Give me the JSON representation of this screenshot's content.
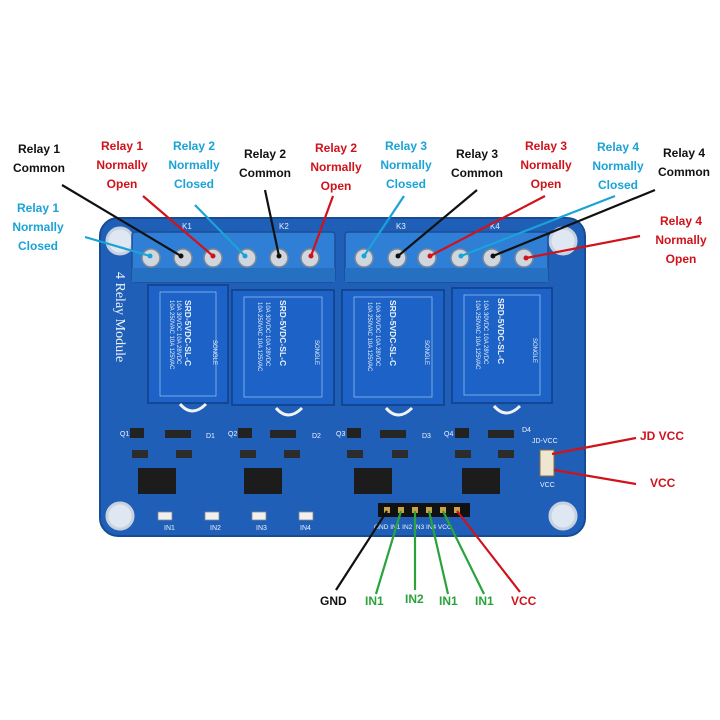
{
  "colors": {
    "black": "#111111",
    "red": "#d0121b",
    "blue": "#1aa3d6",
    "green": "#2aa33c",
    "board": "#1f5fb8",
    "terminal": "#2f7fd6",
    "relay_body": "#1d63c7"
  },
  "board": {
    "silk_title": "4 Relay Module",
    "terminal_labels": [
      "K1",
      "K2",
      "K3",
      "K4"
    ],
    "relay_text": {
      "brand": "SONGLE",
      "model": "SRD-5VDC-SL-C",
      "rating1": "10A 250VAC 10A 125VAC",
      "rating2": "10A 30VDC 10A 28VDC"
    },
    "led_labels": [
      "IN1",
      "IN2",
      "IN3",
      "IN4"
    ],
    "header_label": "GND IN1 IN2 IN3 IN4 VCC",
    "jumper_top": "JD-VCC",
    "jumper_bottom": "VCC",
    "parts": {
      "q": [
        "Q1",
        "Q2",
        "Q3",
        "Q4"
      ],
      "d": [
        "D1",
        "D2",
        "D3",
        "D4"
      ]
    }
  },
  "labels": {
    "relay1_common": {
      "line1": "Relay 1",
      "line2": "Common"
    },
    "relay1_no": {
      "line1": "Relay 1",
      "line2": "Normally",
      "line3": "Open"
    },
    "relay2_nc": {
      "line1": "Relay 2",
      "line2": "Normally",
      "line3": "Closed"
    },
    "relay2_common": {
      "line1": "Relay 2",
      "line2": "Common"
    },
    "relay2_no": {
      "line1": "Relay 2",
      "line2": "Normally",
      "line3": "Open"
    },
    "relay3_nc": {
      "line1": "Relay 3",
      "line2": "Normally",
      "line3": "Closed"
    },
    "relay3_common": {
      "line1": "Relay 3",
      "line2": "Common"
    },
    "relay3_no": {
      "line1": "Relay 3",
      "line2": "Normally",
      "line3": "Open"
    },
    "relay4_nc": {
      "line1": "Relay 4",
      "line2": "Normally",
      "line3": "Closed"
    },
    "relay4_common": {
      "line1": "Relay 4",
      "line2": "Common"
    },
    "relay1_nc": {
      "line1": "Relay 1",
      "line2": "Normally",
      "line3": "Closed"
    },
    "relay4_no": {
      "line1": "Relay 4",
      "line2": "Normally",
      "line3": "Open"
    },
    "jd_vcc": "JD VCC",
    "vcc_right": "VCC",
    "gnd": "GND",
    "in1_a": "IN1",
    "in2": "IN2",
    "in1_b": "IN1",
    "in1_c": "IN1",
    "vcc_bottom": "VCC"
  }
}
